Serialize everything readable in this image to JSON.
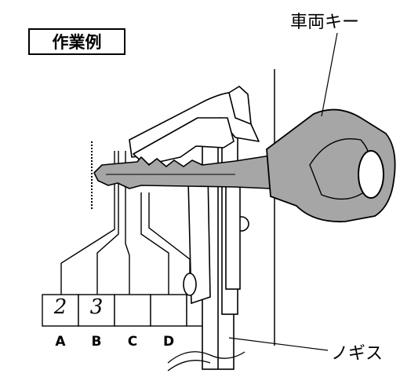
{
  "title": "作業例",
  "key_label": "車両キー",
  "caliper_label": "ノギス",
  "columns": [
    {
      "letter": "A",
      "value": "2"
    },
    {
      "letter": "B",
      "value": "3"
    },
    {
      "letter": "C",
      "value": ""
    },
    {
      "letter": "D",
      "value": ""
    }
  ],
  "colors": {
    "key_fill": "#a6a6a6",
    "line": "#000000"
  }
}
